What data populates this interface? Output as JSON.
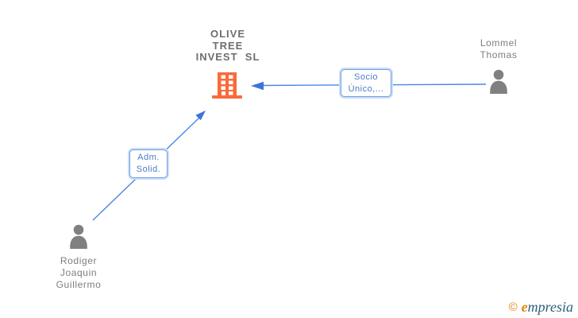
{
  "colors": {
    "node_orange": "#F96A3B",
    "person_gray": "#808080",
    "line_blue": "#4A86E8",
    "arrow_blue": "#3C74DE",
    "label_border_blue": "#6F9FE8",
    "label_text_blue": "#4A7CC7",
    "name_text_gray": "#7D7D7D",
    "company_text_gray": "#6E6E6E",
    "logo_orange": "#E8830D",
    "logo_teal": "#2B6077"
  },
  "company": {
    "line1": "OLIVE",
    "line2": "TREE",
    "line3": "INVEST  SL"
  },
  "persons": {
    "lommel": {
      "line1": "Lommel",
      "line2": "Thomas"
    },
    "rodiger": {
      "line1": "Rodiger",
      "line2": "Joaquin",
      "line3": "Guillermo"
    }
  },
  "edges": {
    "socio": {
      "label_line1": "Socio",
      "label_line2": "Único,..."
    },
    "adm": {
      "label_line1": "Adm.",
      "label_line2": "Solid."
    }
  },
  "logo": {
    "copyright": "©",
    "initial": "e",
    "rest": "mpresia"
  }
}
